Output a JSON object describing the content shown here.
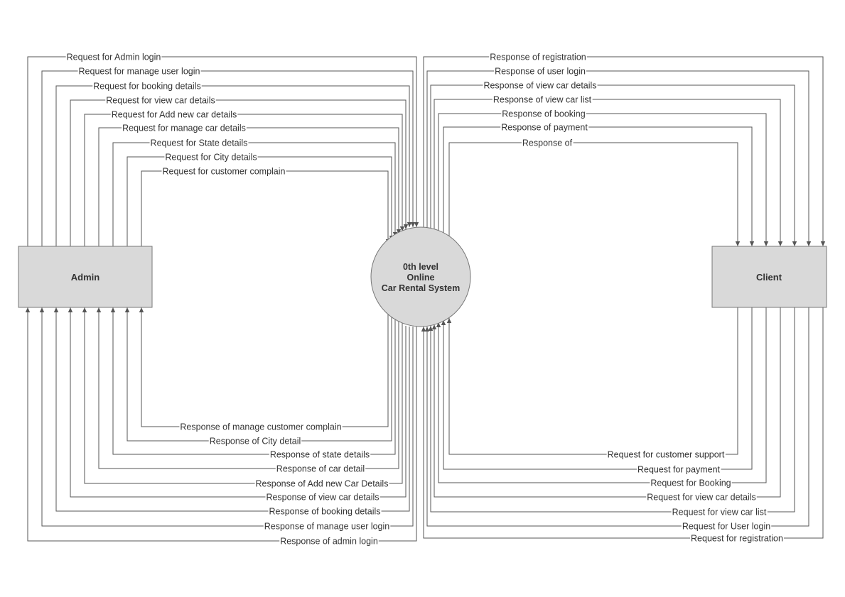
{
  "colors": {
    "line": "#555555",
    "box_fill": "#d9d9d9",
    "box_stroke": "#777777",
    "text": "#333333",
    "label_bg": "#ffffff"
  },
  "entities": {
    "admin": "Admin",
    "client": "Client"
  },
  "process": {
    "line1": "0th level",
    "line2": "Online",
    "line3": "Car Rental System"
  },
  "admin_requests": [
    "Request for Admin login",
    "Request for manage user login",
    "Request for  booking details",
    "Request for view car details",
    "Request for Add new car details",
    "Request for manage car details",
    "Request for State details",
    "Request for  City details",
    "Request for customer complain"
  ],
  "admin_responses": [
    "Response of admin login",
    "Response of manage user login",
    "Response of booking details",
    "Response of view car details",
    "Response of Add new Car Details",
    "Response of car detail",
    "Response of state details",
    "Response of City detail",
    "Response of manage customer complain"
  ],
  "client_responses": [
    "Response of registration",
    "Response of user login",
    "Response of view car details",
    "Response of view car list",
    "Response of  booking",
    "Response of  payment",
    "Response of"
  ],
  "client_requests": [
    "Request for registration",
    "Request for User login",
    "Request for view car list",
    "Request for view car details",
    "Request for Booking",
    "Request for payment",
    "Request for customer support"
  ]
}
